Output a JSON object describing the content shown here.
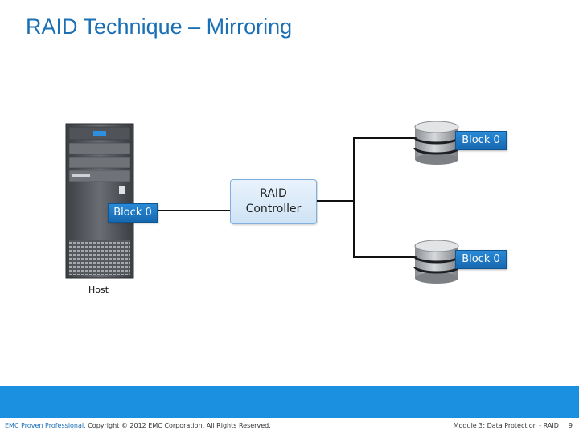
{
  "title": "RAID Technique – Mirroring",
  "host": {
    "label": "Host",
    "block_label": "Block 0"
  },
  "controller": {
    "line1": "RAID",
    "line2": "Controller"
  },
  "disks": [
    {
      "block_label": "Block 0"
    },
    {
      "block_label": "Block 0"
    }
  ],
  "footer": {
    "brand": "EMC Proven Professional.",
    "copyright": " Copyright © 2012 EMC Corporation. All Rights Reserved.",
    "module": "Module 3: Data Protection - RAID",
    "page": "9"
  },
  "colors": {
    "accent": "#1b8fe0",
    "title": "#1a6fb5",
    "label_bg": "#1a74c0"
  }
}
